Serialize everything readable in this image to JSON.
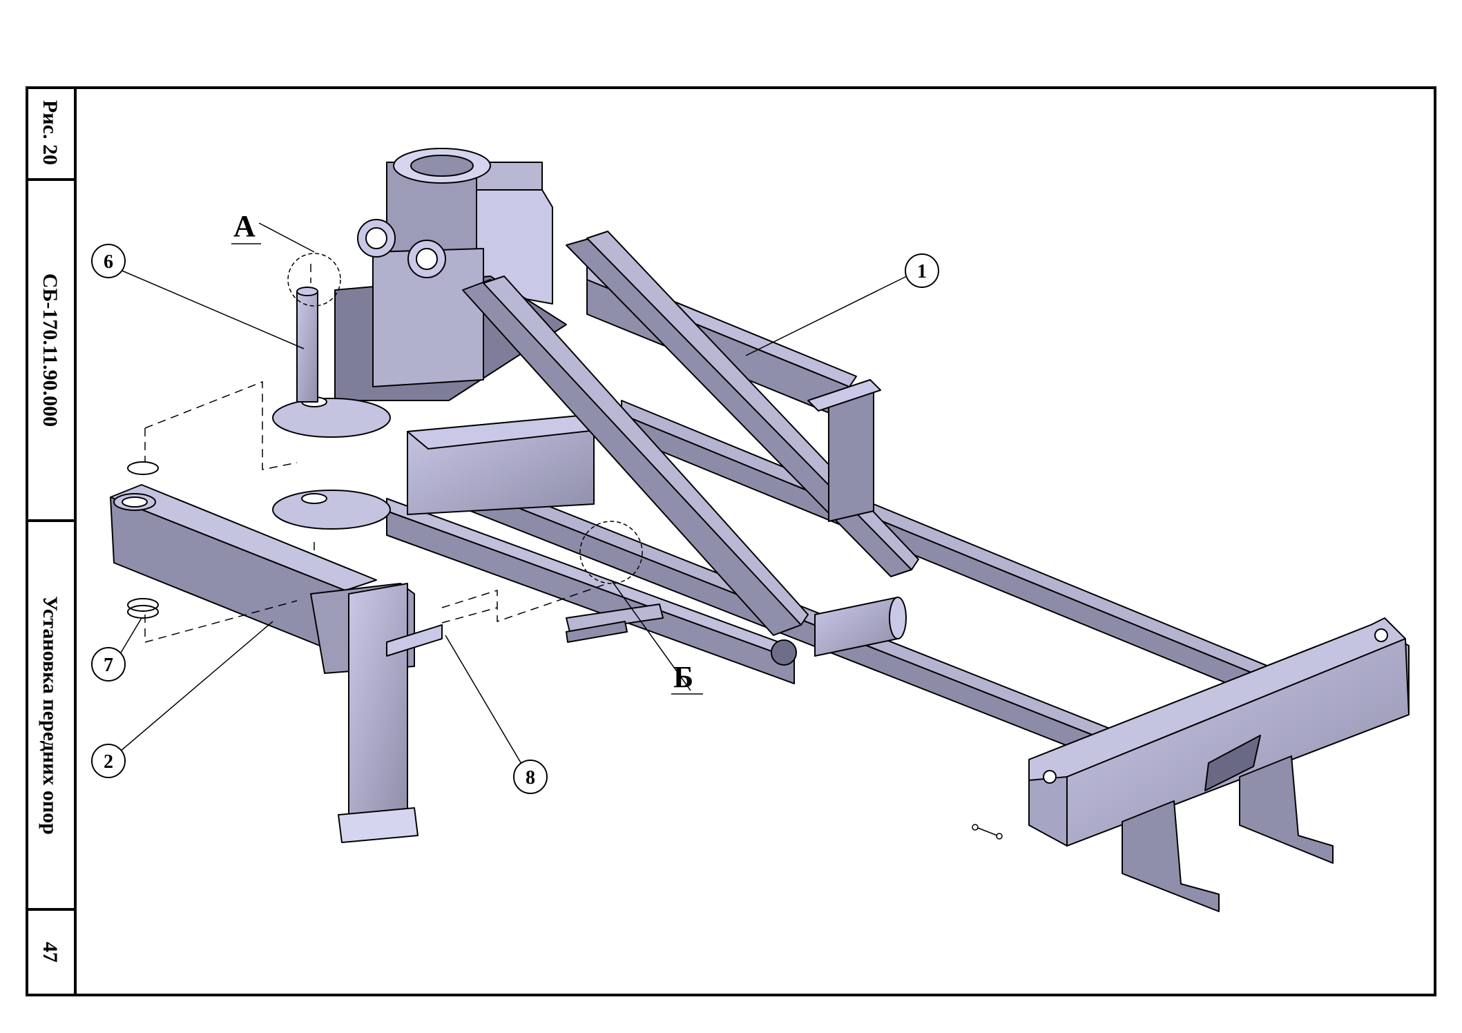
{
  "title_block": {
    "figure": "Рис. 20",
    "drawing_code": "СБ-170.11.90.000",
    "caption": "Установка передних опор",
    "page": "47"
  },
  "views": {
    "a": "А",
    "b": "Б"
  },
  "callouts": [
    "1",
    "2",
    "6",
    "7",
    "8"
  ],
  "colors": {
    "metal_fill": "#9a99b5",
    "metal_light": "#c9c8e6",
    "metal_dark": "#6d6c86",
    "line": "#000000"
  }
}
